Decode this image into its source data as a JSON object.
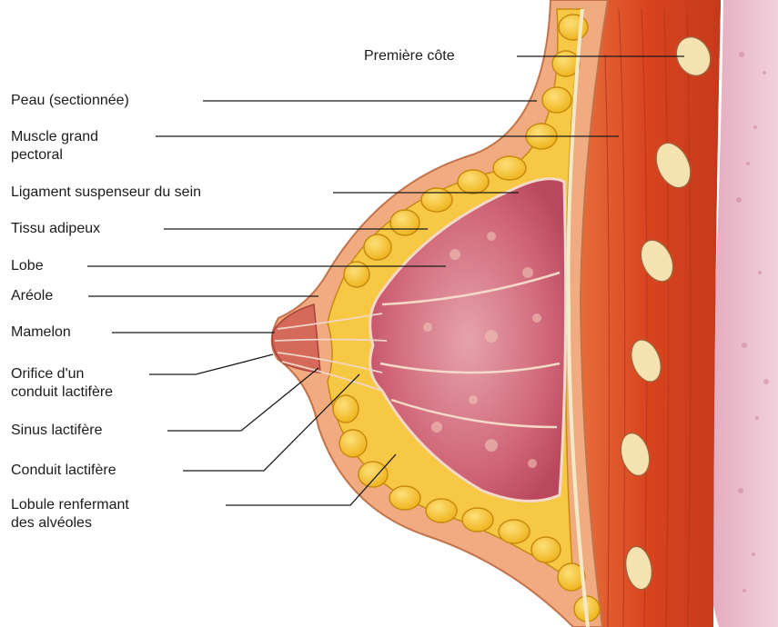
{
  "colors": {
    "skin": "#f2b489",
    "fat": "#f4c02a",
    "fat_outline": "#c88a10",
    "muscle": "#d9431f",
    "muscle_light": "#e86a3a",
    "gland": "#c9566a",
    "chest_wall": "#e9b7c6",
    "rib": "#f4e3b0",
    "leader_line": "#1a1a1a"
  },
  "labels": {
    "premiere_cote": "Première côte",
    "peau": "Peau (sectionnée)",
    "muscle_line1": "Muscle grand",
    "muscle_line2": "pectoral",
    "ligament": "Ligament suspenseur du sein",
    "tissu": "Tissu adipeux",
    "lobe": "Lobe",
    "areole": "Aréole",
    "mamelon": "Mamelon",
    "orifice_line1": "Orifice d'un",
    "orifice_line2": "conduit lactifère",
    "sinus": "Sinus lactifère",
    "conduit": "Conduit lactifère",
    "lobule_line1": "Lobule renfermant",
    "lobule_line2": "des alvéoles"
  }
}
